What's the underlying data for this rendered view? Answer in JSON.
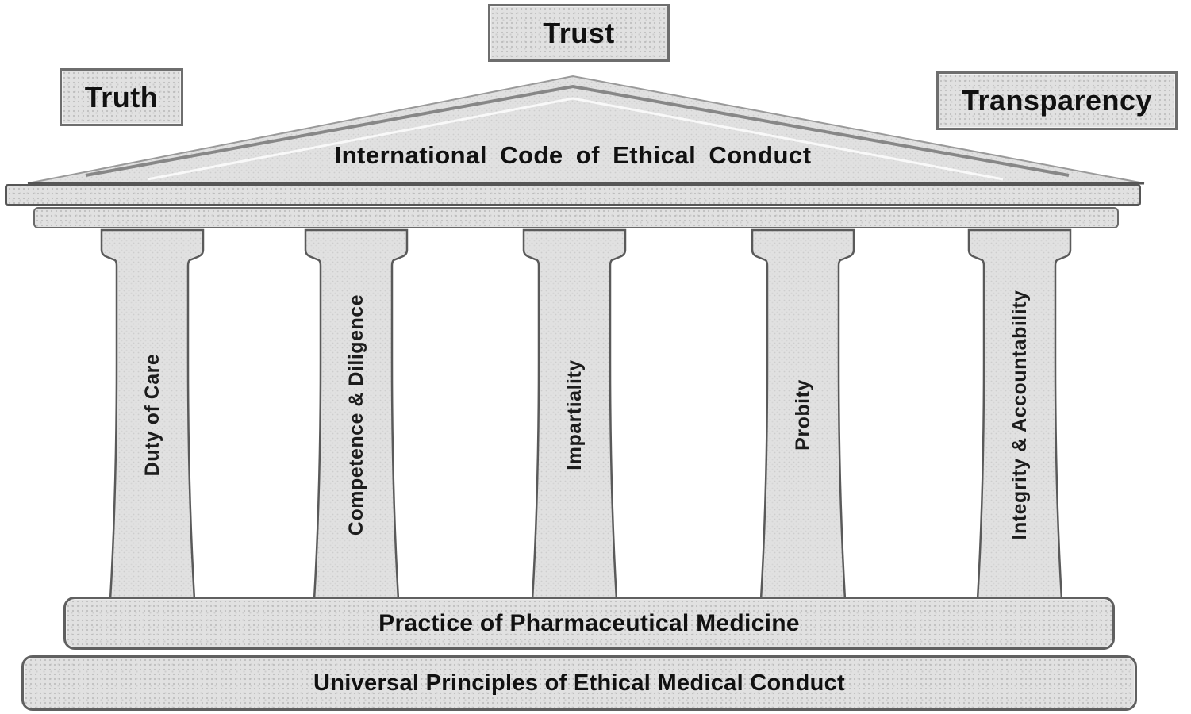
{
  "figure": {
    "title": "Temple of ethical pharmaceutical medicine diagram",
    "labels": {
      "trust": "Trust",
      "truth": "Truth",
      "transparency": "Transparency",
      "pediment": "International Code of Ethical Conduct",
      "stylobate": "Practice of Pharmaceutical Medicine",
      "foundation": "Universal Principles of Ethical Medical Conduct"
    },
    "pillars": [
      {
        "label": "Duty of Care"
      },
      {
        "label": "Competence & Diligence"
      },
      {
        "label": "Impartiality"
      },
      {
        "label": "Probity"
      },
      {
        "label": "Integrity & Accountability"
      }
    ],
    "colors": {
      "fill": "#e1e1e1",
      "stipple": "#c9c9c9",
      "border_dark": "#565656",
      "border_mid": "#6e6e6e",
      "text": "#111111",
      "background": "#ffffff"
    }
  }
}
